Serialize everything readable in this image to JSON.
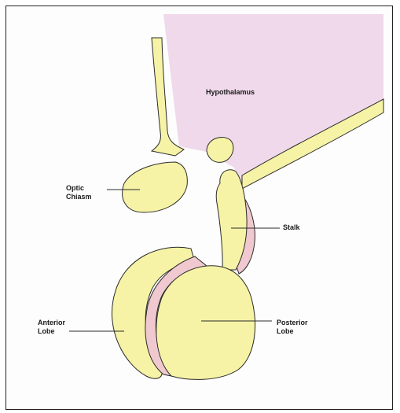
{
  "diagram": {
    "labels": {
      "hypothalamus": "Hypothalamus",
      "optic_chiasm_1": "Optic",
      "optic_chiasm_2": "Chiasm",
      "stalk": "Stalk",
      "anterior_lobe_1": "Anterior",
      "anterior_lobe_2": "Lobe",
      "posterior_lobe_1": "Posterior",
      "posterior_lobe_2": "Lobe"
    },
    "colors": {
      "tissue_yellow": "#f6f3a6",
      "hypothalamus_pink": "#ecd2e6",
      "cleft_pink": "#f0c8cf",
      "outline": "#2b2b2b"
    }
  }
}
